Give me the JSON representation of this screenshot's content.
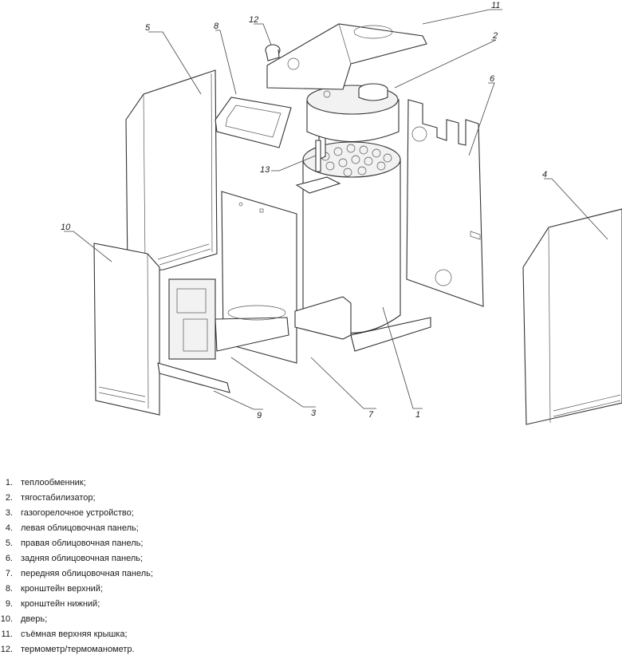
{
  "callouts": {
    "c1": "1",
    "c2": "2",
    "c3": "3",
    "c4": "4",
    "c5": "5",
    "c6": "6",
    "c7": "7",
    "c8": "8",
    "c9": "9",
    "c10": "10",
    "c11": "11",
    "c12": "12",
    "c13": "13"
  },
  "legend": [
    {
      "num": "1.",
      "text": "теплообменник;"
    },
    {
      "num": "2.",
      "text": "тягостабилизатор;"
    },
    {
      "num": "3.",
      "text": "газогорелочное устройство;"
    },
    {
      "num": "4.",
      "text": "левая облицовочная панель;"
    },
    {
      "num": "5.",
      "text": "правая облицовочная панель;"
    },
    {
      "num": "6.",
      "text": "задняя облицовочная панель;"
    },
    {
      "num": "7.",
      "text": "передняя облицовочная панель;"
    },
    {
      "num": "8.",
      "text": "кронштейн верхний;"
    },
    {
      "num": "9.",
      "text": "кронштейн нижний;"
    },
    {
      "num": "10.",
      "text": "дверь;"
    },
    {
      "num": "11.",
      "text": "съёмная верхняя крышка;"
    },
    {
      "num": "12.",
      "text": "термометр/термоманометр."
    }
  ]
}
